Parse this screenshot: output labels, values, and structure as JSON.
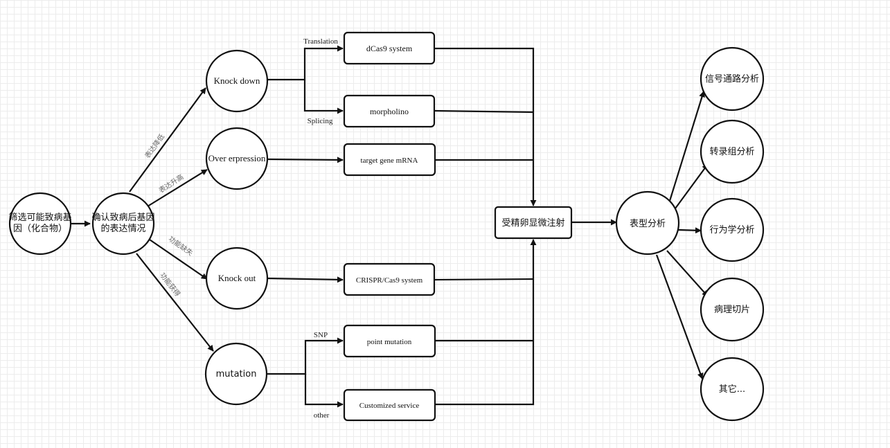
{
  "nodes": {
    "screen_gene": "筛选可能致病基",
    "screen_gene_2": "因（化合物）",
    "confirm_expr": "确认致病后基因",
    "confirm_expr_2": "的表达情况",
    "knock_down": "Knock down",
    "over_expression": "Over erpression",
    "knock_out": "Knock out",
    "mutation": "mutation",
    "dcas9": "dCas9 system",
    "morpholino": "morpholino",
    "target_mrna": "target gene mRNA",
    "crispr": "CRISPR/Cas9 system",
    "point_mutation": "point mutation",
    "customized": "Customized service",
    "microinjection": "受精卵显微注射",
    "phenotype": "表型分析",
    "signaling": "信号通路分析",
    "transcriptome": "转录组分析",
    "behavior": "行为学分析",
    "pathology": "病理切片",
    "other_analysis": "其它..."
  },
  "edge_labels": {
    "expr_down": "表达降低",
    "expr_up": "表达升高",
    "loss_of_function": "功能缺失",
    "gain_of_function": "功能获得",
    "translation": "Translation",
    "splicing": "Splicing",
    "snp": "SNP",
    "other": "other"
  }
}
